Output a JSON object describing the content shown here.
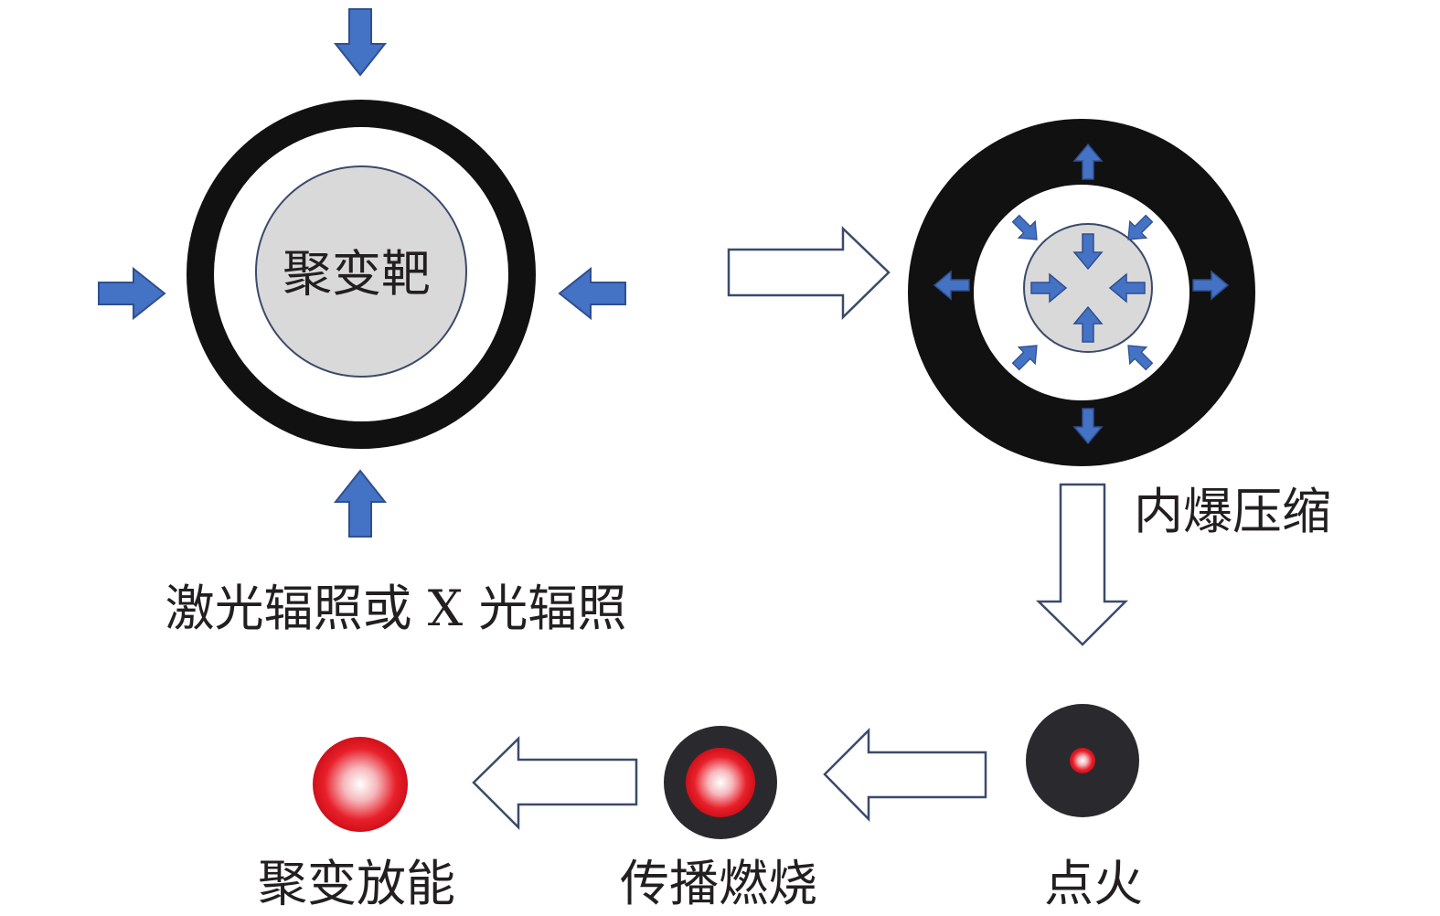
{
  "labels": {
    "target": "聚变靶",
    "irradiation": "激光辐照或 X 光辐照",
    "compression": "内爆压缩",
    "ignition": "点火",
    "burn": "传播燃烧",
    "energy_release": "聚变放能"
  },
  "colors": {
    "arrow_fill": "#4472c4",
    "arrow_stroke": "#2f4f8f",
    "shell": "#111111",
    "fuel": "#d9d9d9",
    "hot_spot": "#e8202a",
    "dark_core": "#2a2a2e",
    "text": "#231f20"
  },
  "icons": {
    "compression_arrows": "arrow-inward",
    "explosion_arrows": "arrow-outward",
    "process_arrows": "hollow-arrow"
  }
}
